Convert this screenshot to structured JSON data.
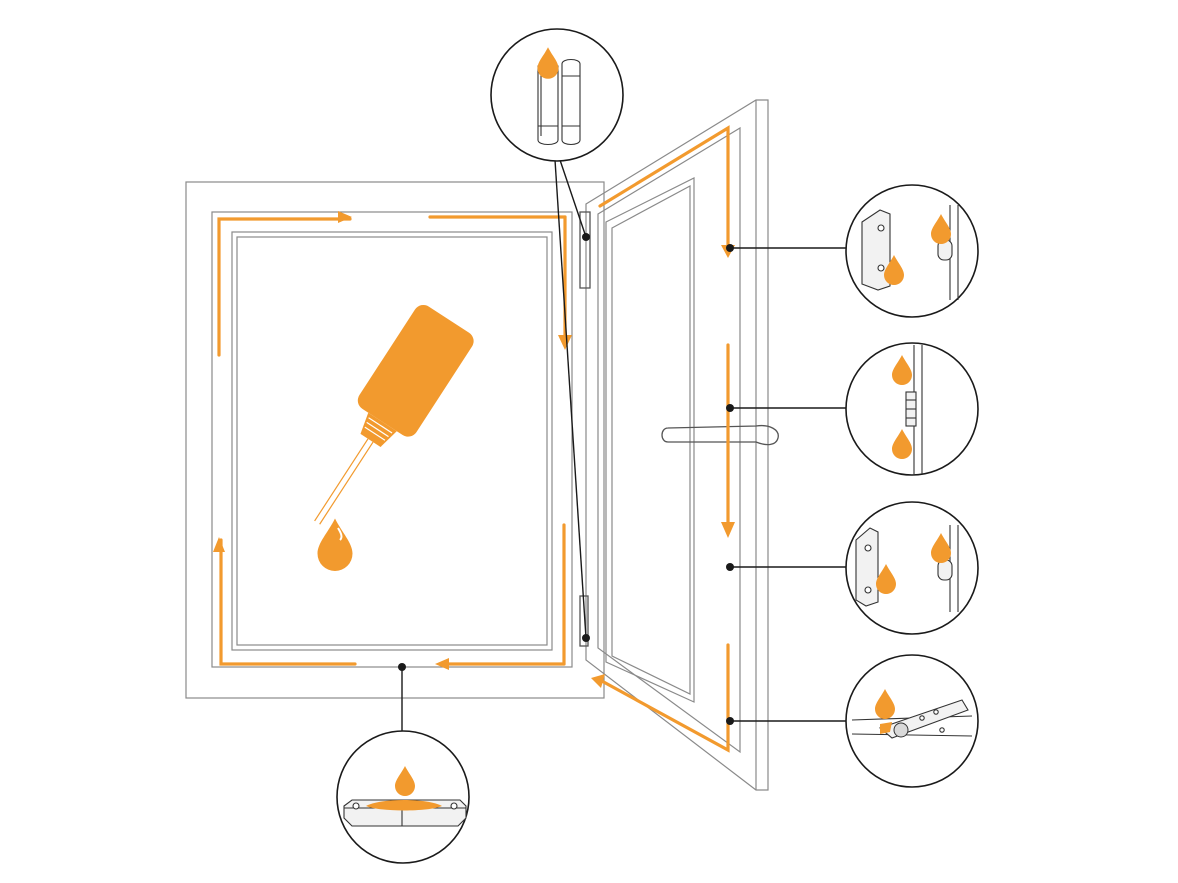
{
  "colors": {
    "accent": "#F29A2E",
    "frame": "#8a8a8a",
    "leader": "#1a1a1a",
    "background": "#ffffff"
  },
  "diagram": {
    "subject": "window-hardware-lubrication",
    "icons": [
      "oil-bottle-icon",
      "oil-drop-icon",
      "direction-arrow-icon"
    ],
    "callouts": [
      {
        "id": "top-hinge",
        "icon": "hinge-pin-icon"
      },
      {
        "id": "upper-keeper",
        "icon": "locking-keeper-icon"
      },
      {
        "id": "middle-lock",
        "icon": "espagnolette-lock-icon"
      },
      {
        "id": "lower-keeper",
        "icon": "locking-keeper-icon"
      },
      {
        "id": "bottom-stay",
        "icon": "corner-stay-icon"
      },
      {
        "id": "bottom-bearing",
        "icon": "corner-bearing-icon"
      }
    ]
  }
}
